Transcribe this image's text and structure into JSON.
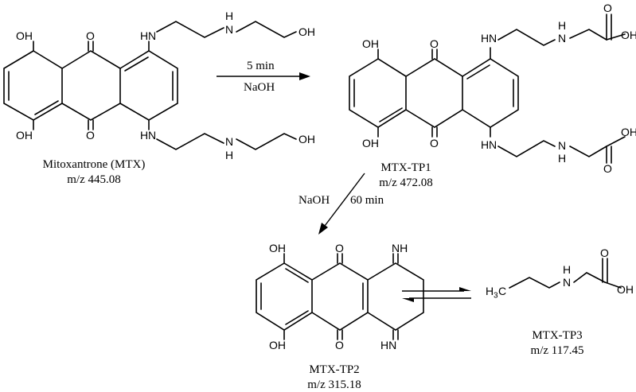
{
  "compounds": {
    "mtx": {
      "name": "Mitoxantrone (MTX)",
      "mz": "m/z 445.08"
    },
    "tp1": {
      "name": "MTX-TP1",
      "mz": "m/z 472.08"
    },
    "tp2": {
      "name": "MTX-TP2",
      "mz": "m/z 315.18"
    },
    "tp3": {
      "name": "MTX-TP3",
      "mz": "m/z 117.45"
    }
  },
  "reactions": {
    "step1": {
      "above": "5 min",
      "below": "NaOH"
    },
    "step2": {
      "left": "NaOH",
      "right": "60 min"
    }
  },
  "atoms": {
    "oh": "OH",
    "o": "O",
    "nh": "N",
    "h": "H",
    "imine": "NH",
    "imine_b": "HN",
    "ch3": "H",
    "ch3_sub": "3",
    "ch3_c": "C"
  }
}
